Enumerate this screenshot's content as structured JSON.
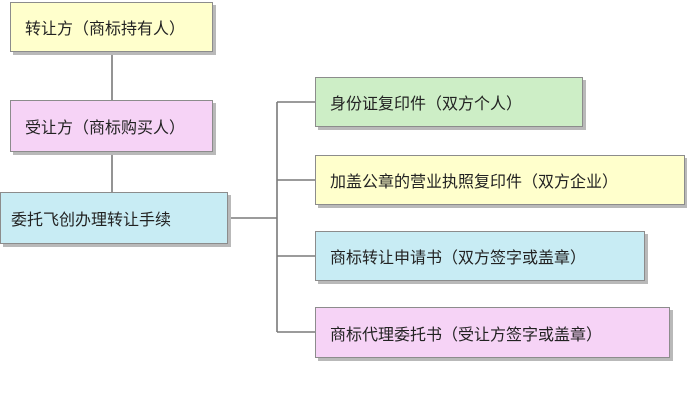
{
  "nodes": {
    "transferor": {
      "label": "转让方（商标持有人）",
      "color": "#ffffcc"
    },
    "transferee": {
      "label": "受让方（商标购买人）",
      "color": "#f6d3f6"
    },
    "entrust": {
      "label": "委托飞创办理转让手续",
      "color": "#c8ecf4"
    }
  },
  "documents": [
    {
      "label": "身份证复印件（双方个人）",
      "color": "#cdeec6"
    },
    {
      "label": "加盖公章的营业执照复印件（双方企业）",
      "color": "#ffffcc"
    },
    {
      "label": "商标转让申请书（双方签字或盖章）",
      "color": "#c8ecf4"
    },
    {
      "label": "商标代理委托书（受让方签字或盖章）",
      "color": "#f6d3f6"
    }
  ]
}
